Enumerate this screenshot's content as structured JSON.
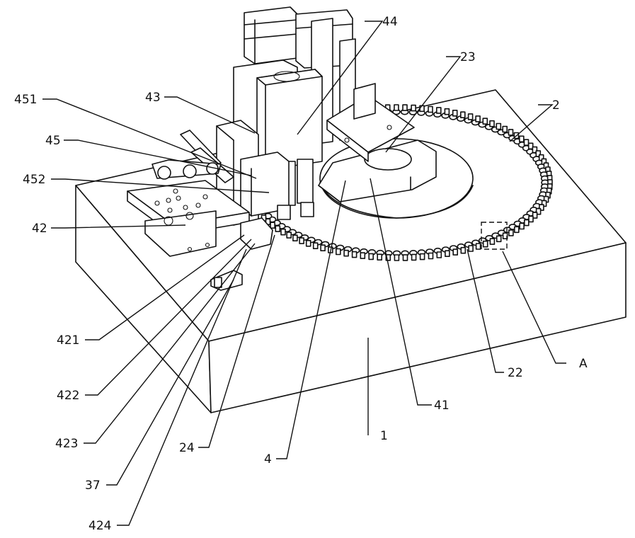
{
  "labels": {
    "l44": "44",
    "l23": "23",
    "l2": "2",
    "l451": "451",
    "l43": "43",
    "l45": "45",
    "l452": "452",
    "l42": "42",
    "l421": "421",
    "l422": "422",
    "l423": "423",
    "l37": "37",
    "l424": "424",
    "l24": "24",
    "l4": "4",
    "l1": "1",
    "l41": "41",
    "l22": "22",
    "lA": "A"
  }
}
